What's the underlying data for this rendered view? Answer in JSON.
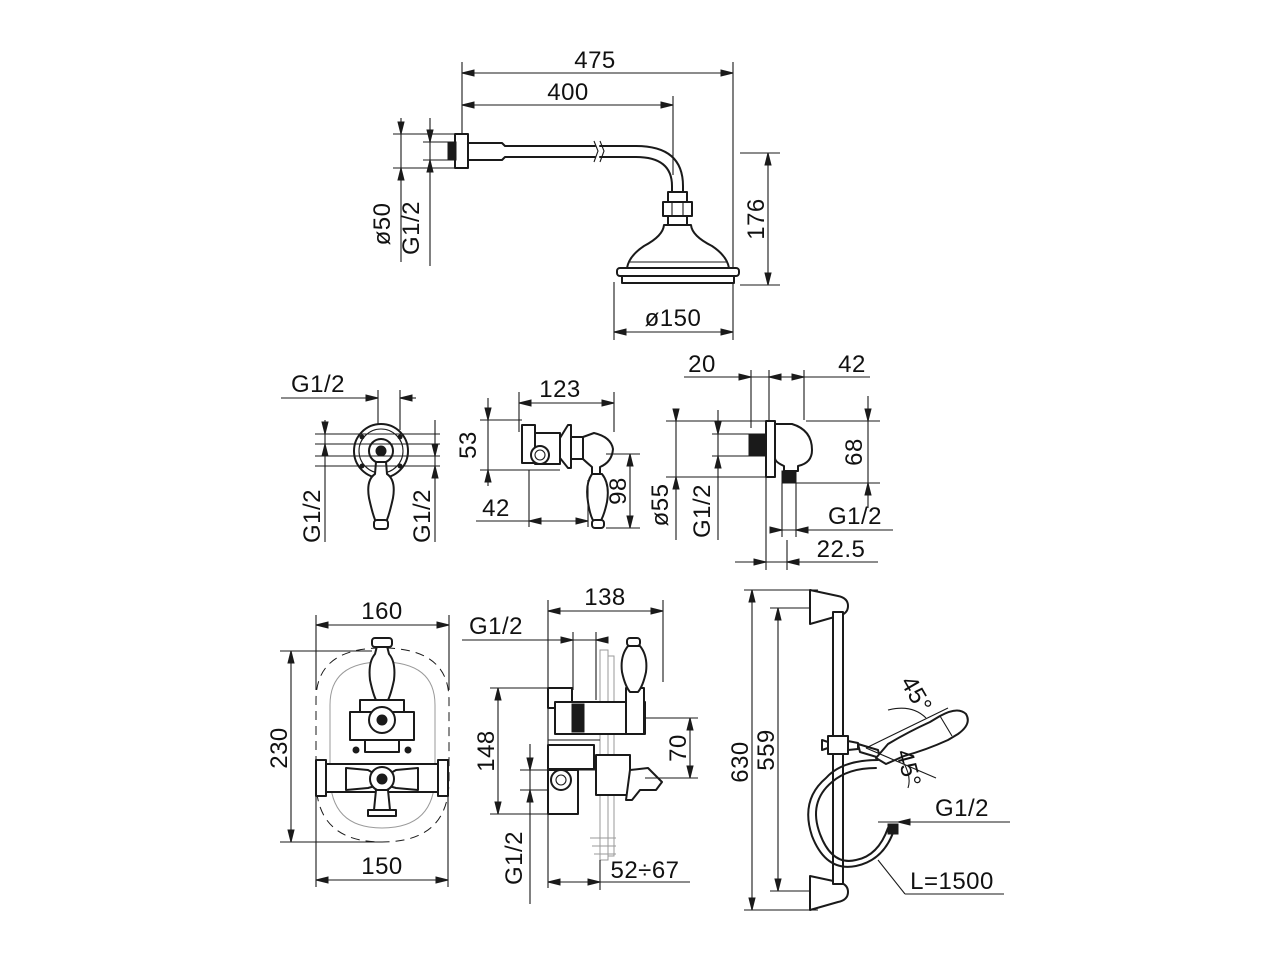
{
  "shower_head": {
    "width_overall": "475",
    "arm_length": "400",
    "flange_diameter": "ø50",
    "thread": "G1/2",
    "height": "176",
    "head_diameter": "ø150"
  },
  "valve_front": {
    "thread_top": "G1/2",
    "thread_left": "G1/2",
    "thread_right": "G1/2"
  },
  "valve_side": {
    "width": "123",
    "height_top": "53",
    "depth_left": "42",
    "height_lever": "98"
  },
  "wall_outlet": {
    "dim_top_left": "20",
    "dim_top_right": "42",
    "height": "68",
    "flange_diameter": "ø55",
    "thread_left": "G1/2",
    "thread_right": "G1/2",
    "projection": "22.5"
  },
  "thermostatic_front": {
    "width_top": "160",
    "height": "230",
    "width_bottom": "150"
  },
  "thermostatic_side": {
    "depth": "138",
    "thread_top": "G1/2",
    "height": "148",
    "spacing": "70",
    "thread_bottom": "G1/2",
    "wall_range": "52÷67"
  },
  "slide_rail": {
    "height_overall": "630",
    "height_bar": "559",
    "angle_top": "45°",
    "angle_bottom": "45°",
    "thread": "G1/2",
    "hose_length": "L=1500"
  }
}
